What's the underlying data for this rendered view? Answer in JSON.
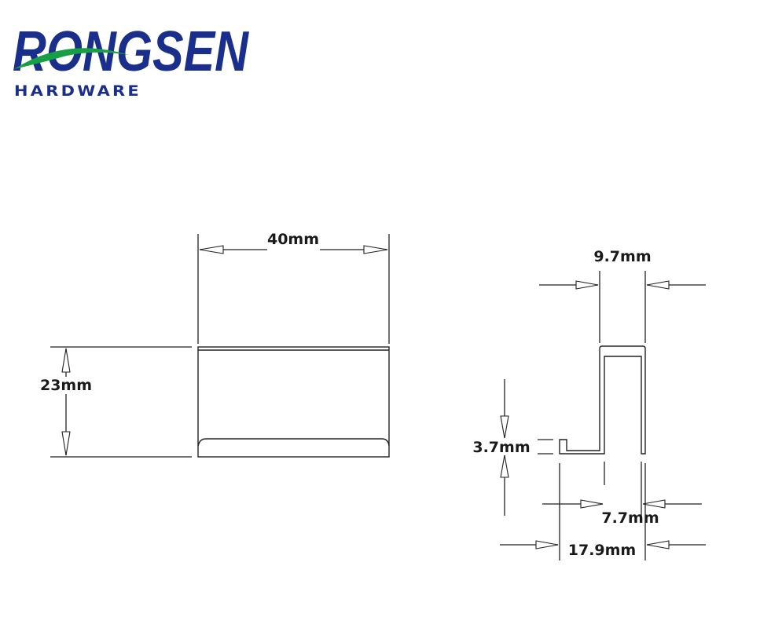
{
  "logo": {
    "brand": "RONGSEN",
    "subtitle": "HARDWARE",
    "brand_color": "#1a2e8c",
    "swoosh_color": "#17a043"
  },
  "dimensions": {
    "width_front": "40mm",
    "height_front": "23mm",
    "top_width_profile": "9.7mm",
    "lip_height_profile": "3.7mm",
    "bottom_inner_profile": "7.7mm",
    "overall_width_profile": "17.9mm"
  }
}
